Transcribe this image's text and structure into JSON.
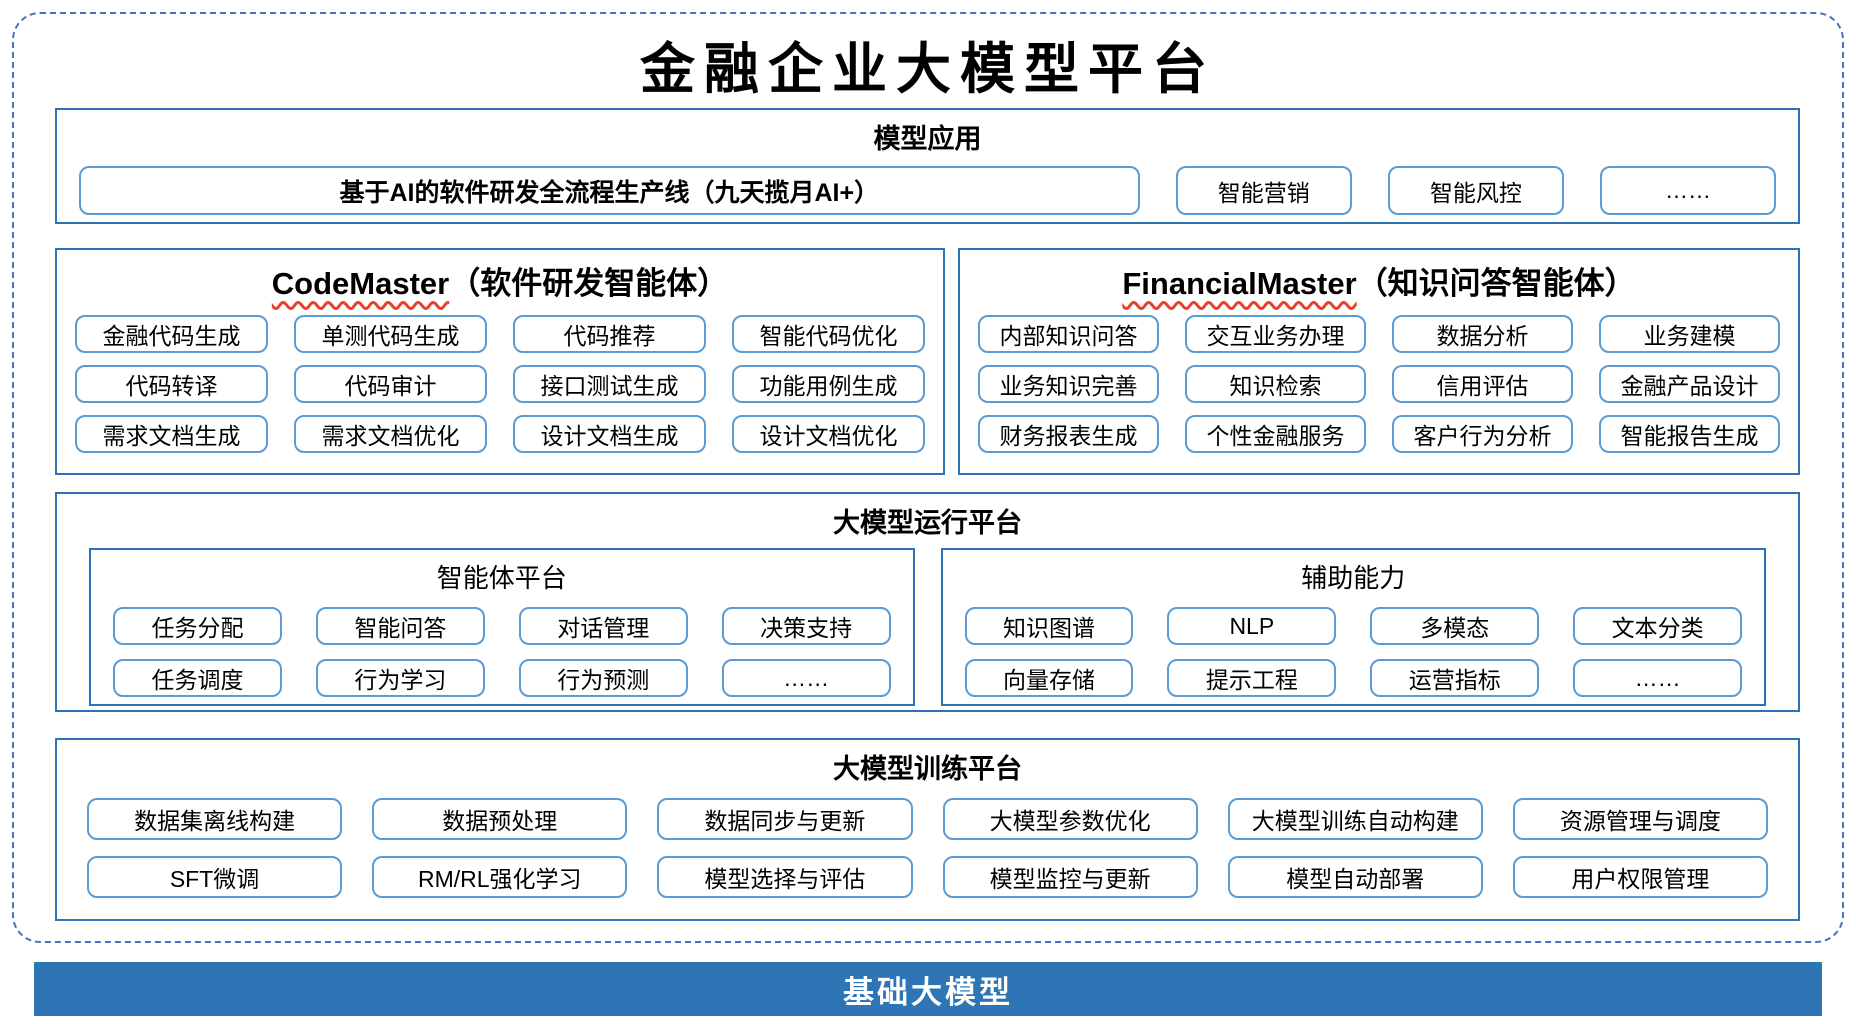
{
  "colors": {
    "frame_blue": "#2E74B5",
    "chip_blue": "#5B9BD5",
    "dashed_blue": "#4472C4",
    "bar_blue": "#2E75B6",
    "squiggle_red": "#E8412A"
  },
  "page_title": "金融企业大模型平台",
  "model_application": {
    "title": "模型应用",
    "main_item": "基于AI的软件研发全流程生产线（九天揽月AI+）",
    "items": [
      "智能营销",
      "智能风控",
      "……"
    ]
  },
  "code_master": {
    "title_en": "CodeMaster",
    "title_zh": "（软件研发智能体）",
    "items": [
      "金融代码生成",
      "单测代码生成",
      "代码推荐",
      "智能代码优化",
      "代码转译",
      "代码审计",
      "接口测试生成",
      "功能用例生成",
      "需求文档生成",
      "需求文档优化",
      "设计文档生成",
      "设计文档优化"
    ]
  },
  "financial_master": {
    "title_en": "FinancialMaster",
    "title_zh": "（知识问答智能体）",
    "items": [
      "内部知识问答",
      "交互业务办理",
      "数据分析",
      "业务建模",
      "业务知识完善",
      "知识检索",
      "信用评估",
      "金融产品设计",
      "财务报表生成",
      "个性金融服务",
      "客户行为分析",
      "智能报告生成"
    ]
  },
  "run_platform": {
    "title": "大模型运行平台",
    "agent_platform": {
      "title": "智能体平台",
      "items": [
        "任务分配",
        "智能问答",
        "对话管理",
        "决策支持",
        "任务调度",
        "行为学习",
        "行为预测",
        "……"
      ]
    },
    "aux_capability": {
      "title": "辅助能力",
      "items": [
        "知识图谱",
        "NLP",
        "多模态",
        "文本分类",
        "向量存储",
        "提示工程",
        "运营指标",
        "……"
      ]
    }
  },
  "train_platform": {
    "title": "大模型训练平台",
    "items": [
      "数据集离线构建",
      "数据预处理",
      "数据同步与更新",
      "大模型参数优化",
      "大模型训练自动构建",
      "资源管理与调度",
      "SFT微调",
      "RM/RL强化学习",
      "模型选择与评估",
      "模型监控与更新",
      "模型自动部署",
      "用户权限管理"
    ]
  },
  "base_bar": {
    "label": "基础大模型"
  }
}
